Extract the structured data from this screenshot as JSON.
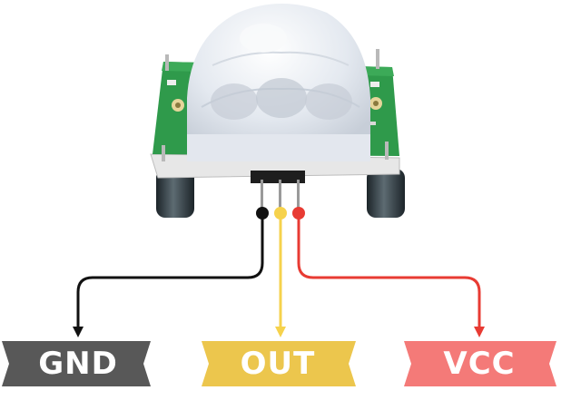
{
  "colors": {
    "gnd": "#585858",
    "out": "#ecc64d",
    "vcc": "#f47a78",
    "wire_gnd": "#111111",
    "wire_out": "#f6d24c",
    "wire_vcc": "#e83b33",
    "pcb": "#2f9a4b",
    "dome": "#e9edf3"
  },
  "pins": [
    {
      "id": "gnd",
      "label": "GND"
    },
    {
      "id": "out",
      "label": "OUT"
    },
    {
      "id": "vcc",
      "label": "VCC"
    }
  ]
}
